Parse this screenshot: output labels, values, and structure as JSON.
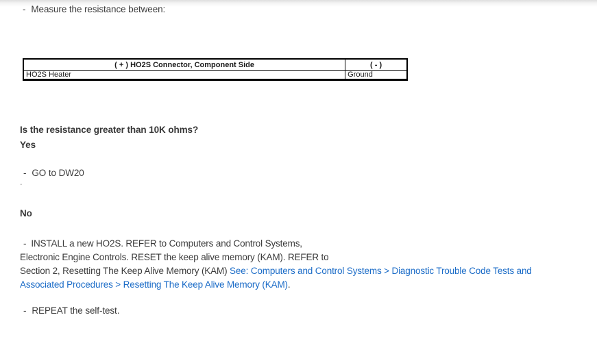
{
  "measure": {
    "bullet": "-",
    "text": "Measure the resistance between:"
  },
  "table": {
    "headers": [
      "( + ) HO2S Connector, Component Side",
      "( - )"
    ],
    "rows": [
      [
        "HO2S Heater",
        "Ground"
      ]
    ]
  },
  "question": "Is the resistance greater than 10K ohms?",
  "yes_section": {
    "label": "Yes",
    "bullet": "-",
    "action": "GO to DW20",
    "stray_mark": "."
  },
  "no_section": {
    "label": "No",
    "bullet": "-",
    "line1": "INSTALL a new HO2S. REFER to Computers and Control Systems,",
    "line2": "Electronic Engine Controls. RESET the keep alive memory (KAM). REFER to",
    "line3_text": "Section 2, Resetting The Keep Alive Memory (KAM) ",
    "line3_link": "See: Computers and Control Systems > Diagnostic Trouble Code Tests and",
    "line4_link": "Associated Procedures > Resetting The Keep Alive Memory (KAM)",
    "line4_end": "."
  },
  "repeat": {
    "bullet": "-",
    "text": "REPEAT the self-test."
  },
  "colors": {
    "link_blue": "#1a6bc7",
    "body_text": "#3b3b3b",
    "table_border": "#000000"
  }
}
